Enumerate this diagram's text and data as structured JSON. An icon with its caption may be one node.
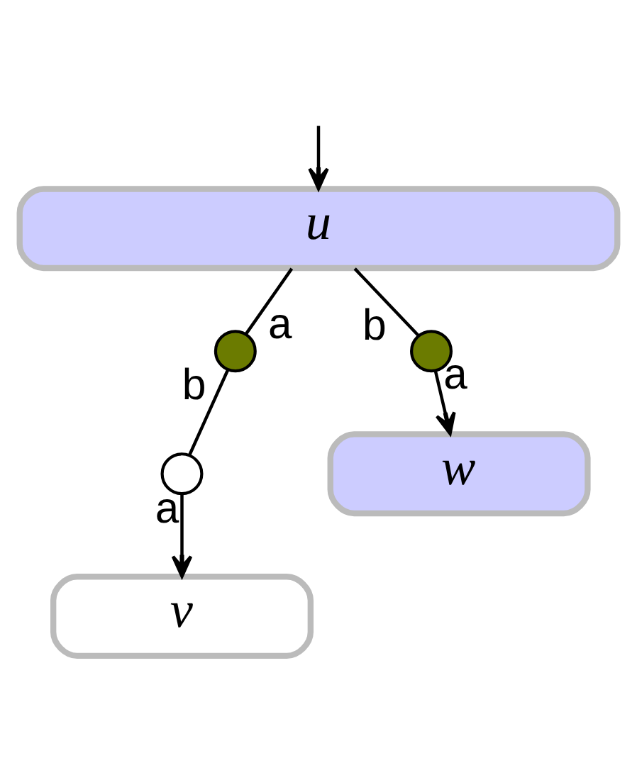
{
  "diagram": {
    "nodes": [
      {
        "text": [
          "u"
        ]
      },
      {
        "text": [],
        "shape": "circle"
      },
      {
        "text": [],
        "shape": "circle"
      },
      {
        "text": [
          "v"
        ]
      },
      {
        "text": [],
        "shape": "circle"
      },
      {
        "text": [
          "w"
        ]
      }
    ],
    "edges": [
      {
        "from": null,
        "to": 0,
        "arrow": "to"
      },
      {
        "from": 0,
        "to": 1,
        "arrow": "none",
        "label": "a"
      },
      {
        "from": 1,
        "to": 2,
        "arrow": "none",
        "label": "b"
      },
      {
        "from": 2,
        "to": 3,
        "arrow": "to",
        "label": "a"
      },
      {
        "from": 0,
        "to": 4,
        "arrow": "none",
        "label": "b"
      },
      {
        "from": 4,
        "to": 5,
        "arrow": "to",
        "label": "a"
      }
    ]
  }
}
